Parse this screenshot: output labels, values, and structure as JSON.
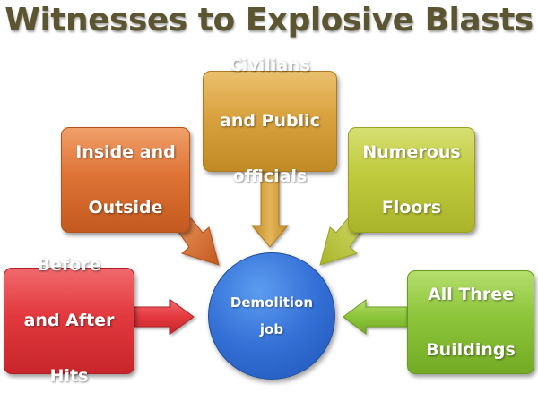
{
  "title": "Witnesses to Explosive Blasts",
  "center": {
    "line1": "Demolition",
    "line2": "job"
  },
  "boxes": {
    "inside": {
      "line1": "Inside and",
      "line2": "Outside"
    },
    "civilians": {
      "line1": "Civilians",
      "line2": "and Public",
      "line3": "officials"
    },
    "floors": {
      "line1": "Numerous",
      "line2": "Floors"
    },
    "before": {
      "line1": "Before",
      "line2": "and After",
      "line3": "Hits"
    },
    "three": {
      "line1": "All Three",
      "line2": "Buildings"
    }
  },
  "colors": {
    "title": "#5b5631",
    "center": "#3470d6",
    "inside": "#de7336",
    "civilians": "#d9a23f",
    "floors": "#bfca3c",
    "before": "#e2393e",
    "three": "#8cc43a"
  }
}
